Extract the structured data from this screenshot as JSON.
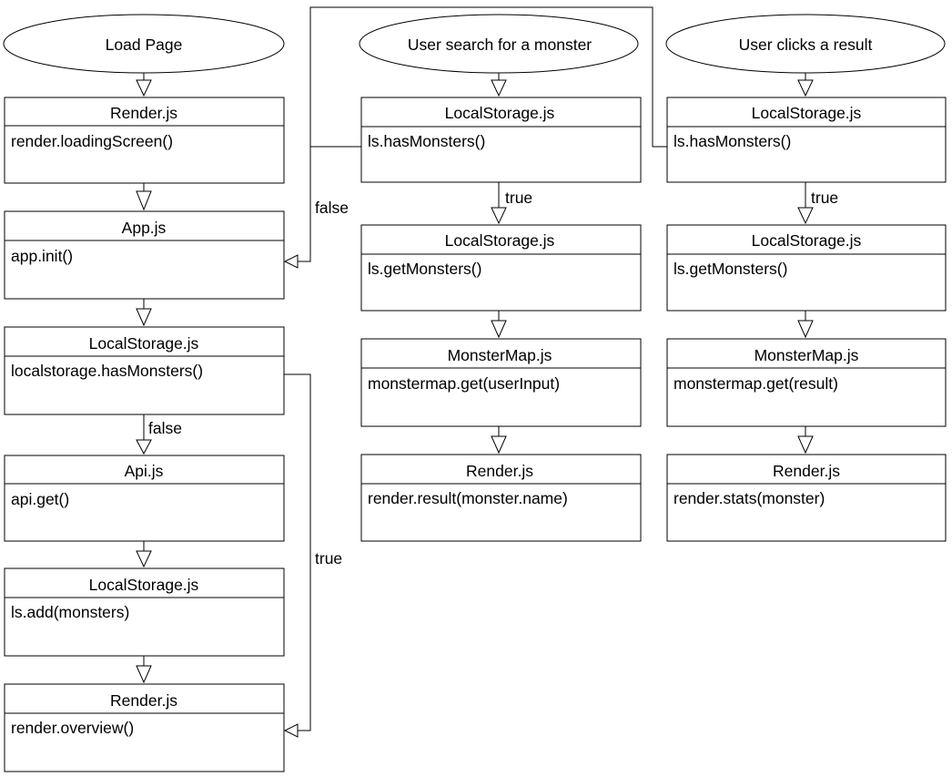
{
  "start_nodes": [
    "Load Page",
    "User search for a monster",
    "User clicks a result"
  ],
  "columns": [
    {
      "boxes": [
        {
          "header": "Render.js",
          "body": "render.loadingScreen()"
        },
        {
          "header": "App.js",
          "body": "app.init()"
        },
        {
          "header": "LocalStorage.js",
          "body": "localstorage.hasMonsters()"
        },
        {
          "header": "Api.js",
          "body": "api.get()"
        },
        {
          "header": "LocalStorage.js",
          "body": "ls.add(monsters)"
        },
        {
          "header": "Render.js",
          "body": "render.overview()"
        }
      ]
    },
    {
      "boxes": [
        {
          "header": "LocalStorage.js",
          "body": "ls.hasMonsters()"
        },
        {
          "header": "LocalStorage.js",
          "body": "ls.getMonsters()"
        },
        {
          "header": "MonsterMap.js",
          "body": "monstermap.get(userInput)"
        },
        {
          "header": "Render.js",
          "body": "render.result(monster.name)"
        }
      ]
    },
    {
      "boxes": [
        {
          "header": "LocalStorage.js",
          "body": "ls.hasMonsters()"
        },
        {
          "header": "LocalStorage.js",
          "body": "ls.getMonsters()"
        },
        {
          "header": "MonsterMap.js",
          "body": "monstermap.get(result)"
        },
        {
          "header": "Render.js",
          "body": "render.stats(monster)"
        }
      ]
    }
  ],
  "edge_labels": {
    "col1_false": "false",
    "col1_true": "true",
    "col2_false": "false",
    "col2_true": "true",
    "col3_true": "true"
  }
}
